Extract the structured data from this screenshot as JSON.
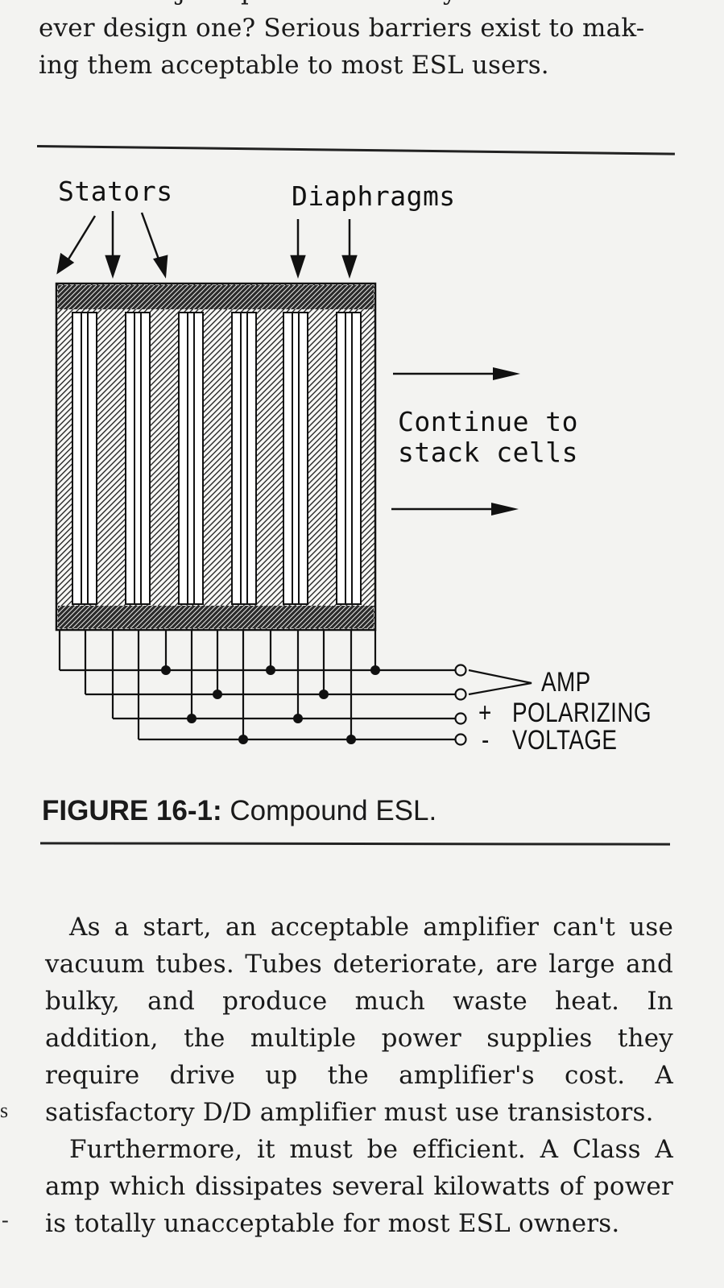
{
  "intro": {
    "line_cut": "ible to the junk pile. But will anyone",
    "line2": "ever design one? Serious barriers exist to mak-",
    "line3": "ing them acceptable to most ESL users."
  },
  "figure": {
    "label_stators": "Stators",
    "label_diaphragms": "Diaphragms",
    "label_continue_1": "Continue to",
    "label_continue_2": "stack cells",
    "terminals": {
      "amp": "AMP",
      "plus": "+",
      "polarizing": "POLARIZING",
      "minus": "-",
      "voltage": "VOLTAGE"
    },
    "caption_bold": "FIGURE 16-1:",
    "caption_text": " Compound ESL."
  },
  "after": {
    "p1": "As a start, an acceptable amplifier can't use vacuum tubes. Tubes deteriorate, are large and bulky, and produce much waste heat. In addition, the multiple power supplies they require drive up the amplifier's cost. A satisfactory D/D amplifier must use transistors.",
    "p2": "Furthermore, it must be efficient. A Class A amp which dissipates several kilowatts of power is totally unacceptable for most ESL owners."
  },
  "colors": {
    "paper": "#f3f3f1",
    "ink": "#1a1a1a"
  }
}
